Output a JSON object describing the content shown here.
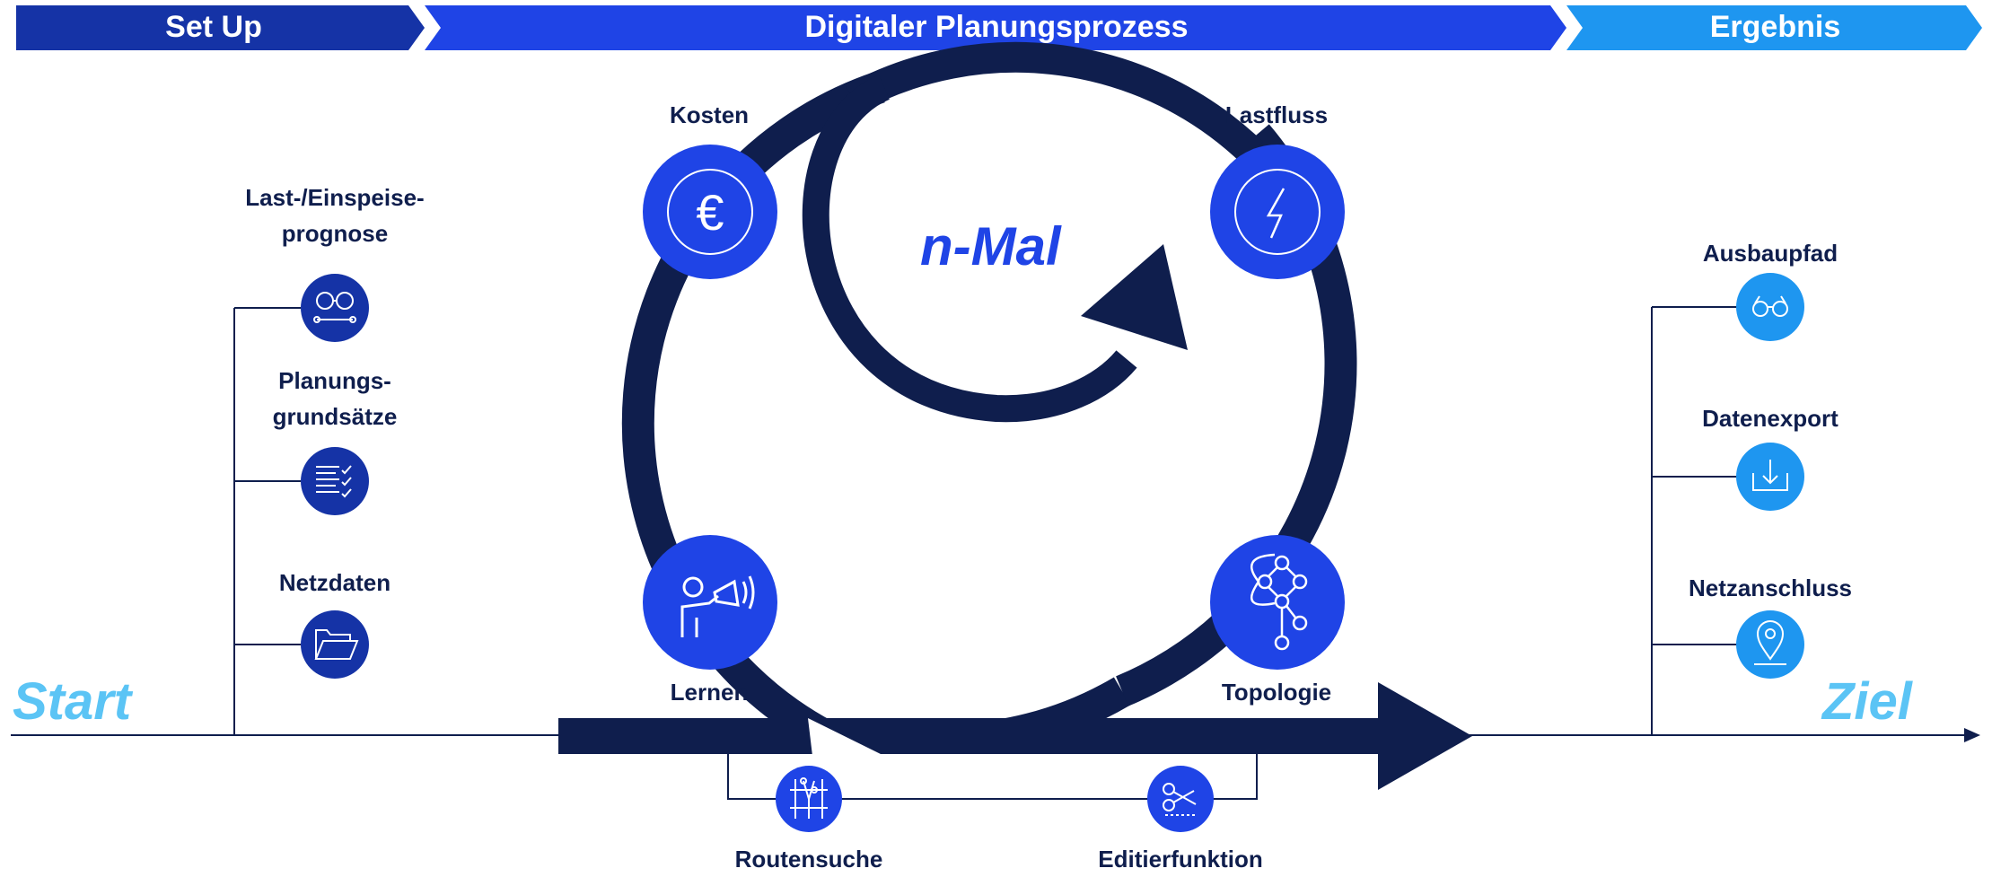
{
  "phases": {
    "setup": "Set Up",
    "process": "Digitaler Planungsprozess",
    "result": "Ergebnis"
  },
  "start_label": "Start",
  "goal_label": "Ziel",
  "loop_label": "n-Mal",
  "setup_items": [
    {
      "line1": "Last-/Einspeise-",
      "line2": "prognose",
      "icon": "glasses-wrench-icon"
    },
    {
      "line1": "Planungs-",
      "line2": "grundsätze",
      "icon": "checklist-icon"
    },
    {
      "line1": "Netzdaten",
      "icon": "folder-icon"
    }
  ],
  "cycle_nodes": {
    "costs": {
      "label": "Kosten",
      "icon": "euro-icon"
    },
    "loadflow": {
      "label": "Lastfluss",
      "icon": "lightning-icon"
    },
    "learning": {
      "label": "Lernen",
      "icon": "presenter-megaphone-icon"
    },
    "topology": {
      "label": "Topologie",
      "icon": "network-graph-icon"
    }
  },
  "bottom_tools": {
    "route": {
      "label": "Routensuche",
      "icon": "route-icon"
    },
    "edit": {
      "label": "Editierfunktion",
      "icon": "scissors-icon"
    }
  },
  "result_items": [
    {
      "label": "Ausbaupfad",
      "icon": "binoculars-icon"
    },
    {
      "label": "Datenexport",
      "icon": "download-icon"
    },
    {
      "label": "Netzanschluss",
      "icon": "location-pin-icon"
    }
  ],
  "colors": {
    "dark_navy": "#0f1e4d",
    "setup_blue": "#1533a6",
    "process_blue": "#1f44e6",
    "result_blue": "#1e96f0",
    "accent_light": "#5bc4f5"
  }
}
